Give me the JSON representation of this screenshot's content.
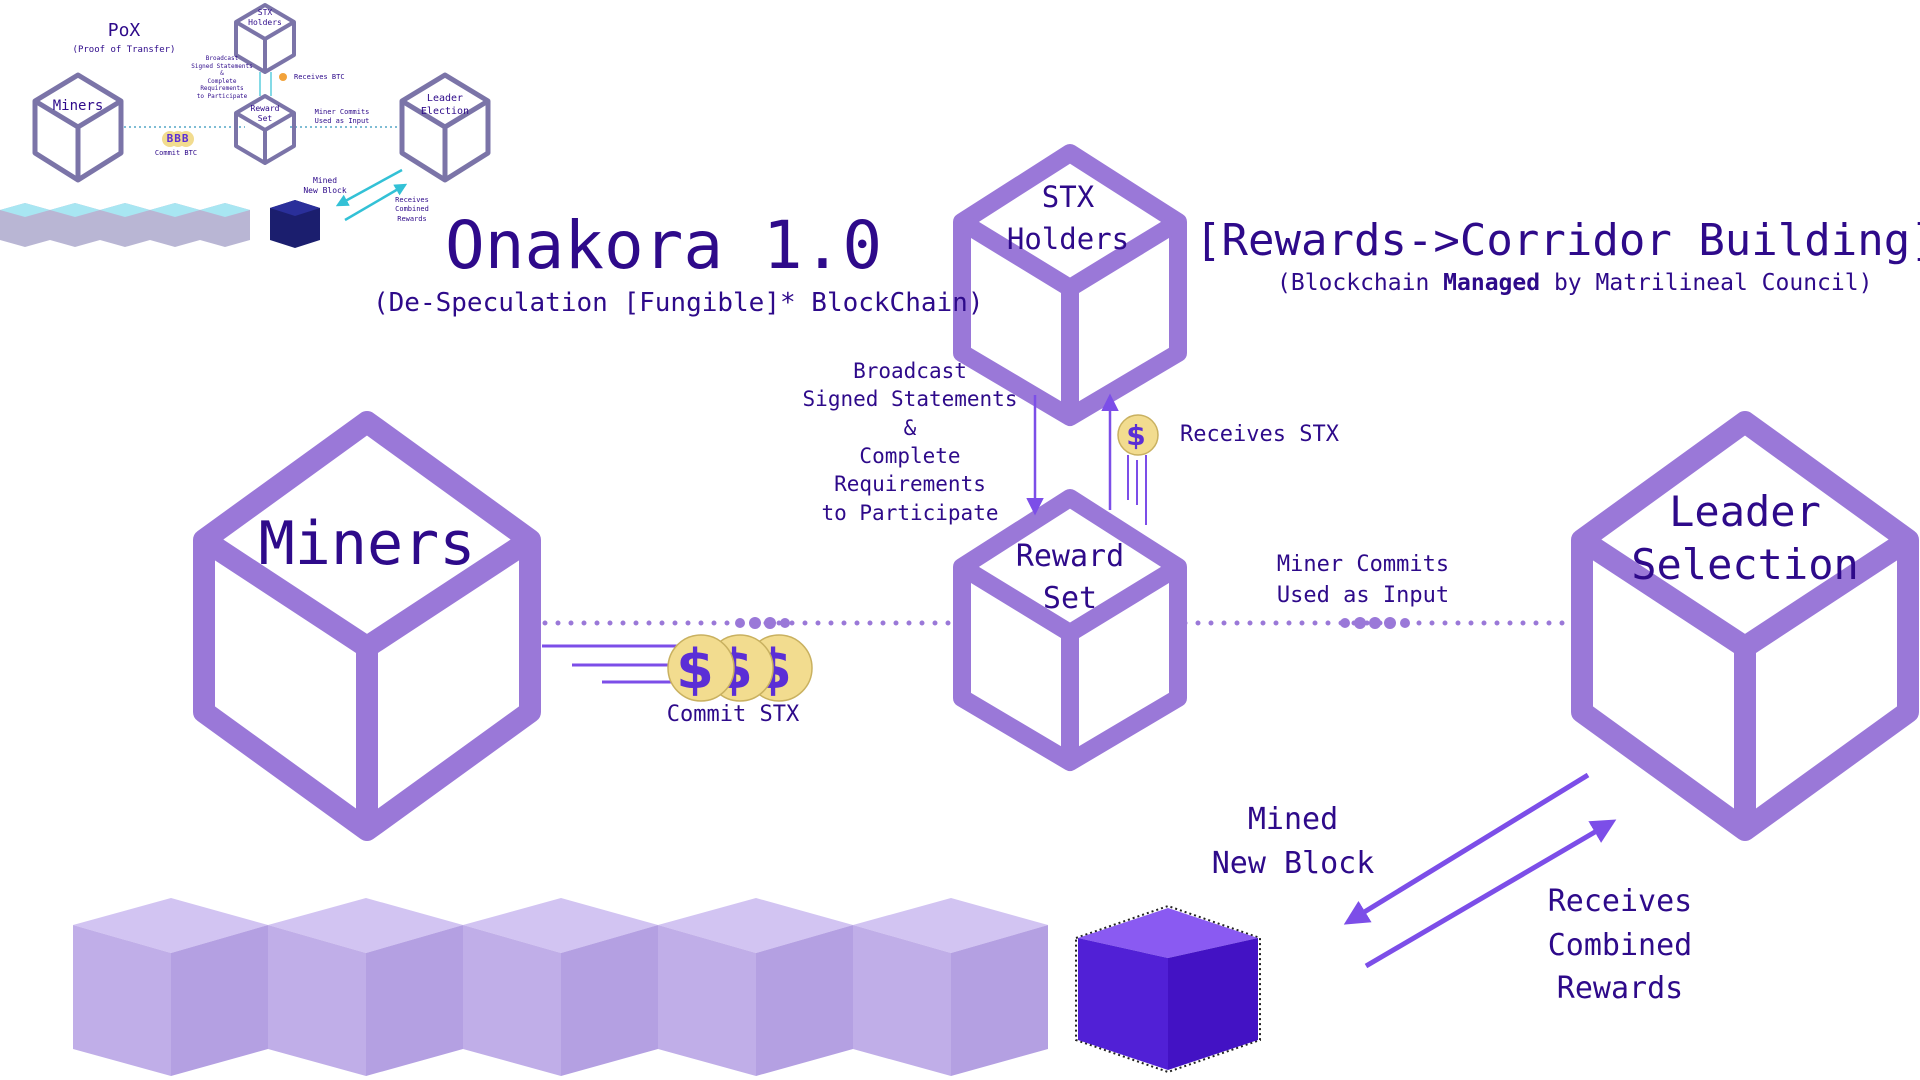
{
  "title": "Onakora 1.0",
  "subtitle": "(De-Speculation [Fungible]* BlockChain)",
  "header_right": {
    "title": "[Rewards->Corridor Building]",
    "subtitle_pre": "(Blockchain ",
    "subtitle_bold": "Managed",
    "subtitle_post": " by Matrilineal Council)"
  },
  "nodes": {
    "stx_holders": {
      "line1": "STX",
      "line2": "Holders"
    },
    "reward_set": {
      "line1": "Reward",
      "line2": "Set"
    },
    "miners": {
      "label": "Miners"
    },
    "leader_selection": {
      "line1": "Leader",
      "line2": "Selection"
    }
  },
  "annotations": {
    "broadcast": [
      "Broadcast",
      "Signed Statements",
      "&",
      "Complete",
      "Requirements",
      "to Participate"
    ],
    "receives_stx": "Receives STX",
    "commit_stx": "Commit STX",
    "miner_commits": [
      "Miner Commits",
      "Used as Input"
    ],
    "mined_block": [
      "Mined",
      "New Block"
    ],
    "receives_rewards": [
      "Receives",
      "Combined",
      "Rewards"
    ]
  },
  "coin_symbol": "$",
  "thumbnail": {
    "title": "PoX",
    "subtitle": "(Proof of Transfer)",
    "miners": "Miners",
    "stx": "STX",
    "holders": "Holders",
    "reward": "Reward",
    "set": "Set",
    "leader": "Leader",
    "election": "Election",
    "broadcast": [
      "Broadcast",
      "Signed Statements",
      "&",
      "Complete",
      "Requirements",
      "to Participate"
    ],
    "receives_btc": "Receives BTC",
    "commit_btc": "Commit BTC",
    "miner_commits": [
      "Miner Commits",
      "Used as Input"
    ],
    "mined_block": [
      "Mined",
      "New Block"
    ],
    "receives_rewards": [
      "Receives",
      "Combined",
      "Rewards"
    ],
    "coin_symbol": "B"
  },
  "colors": {
    "cube": "#9a78d8",
    "text": "#2e0a8a",
    "arrow": "#7c4ee8",
    "block": "#c0aee8",
    "new_block": "#4312c4",
    "coin": "#f2dc8f",
    "thumb_cube": "#7b74a8",
    "thumb_arrow": "#33c1d6",
    "thumb_block": "#b9b6d4",
    "thumb_new_block": "#1b1e6e"
  }
}
